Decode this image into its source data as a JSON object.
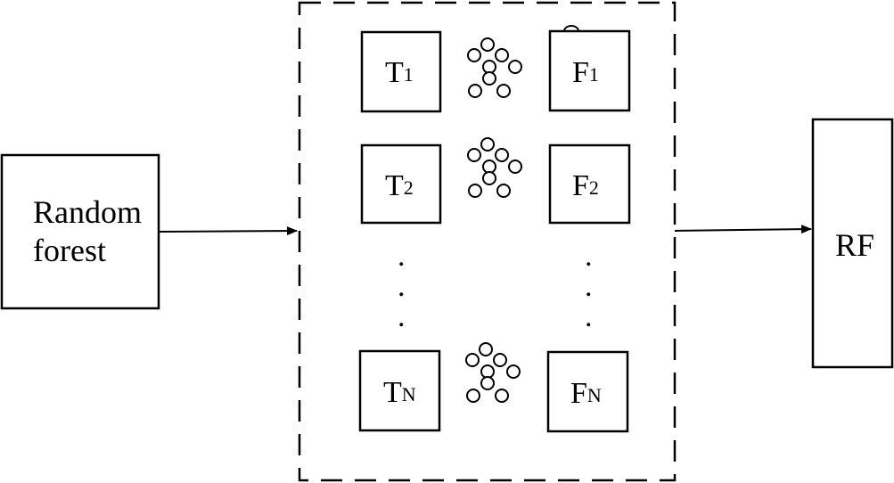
{
  "input_box": {
    "line1": "Random",
    "line2": "forest"
  },
  "output_box": {
    "label": "RF"
  },
  "trees": [
    {
      "t_main": "T",
      "t_sub": "1",
      "f_main": "F",
      "f_sub": "1"
    },
    {
      "t_main": "T",
      "t_sub": "2",
      "f_main": "F",
      "f_sub": "2"
    },
    {
      "t_main": "T",
      "t_sub": "N",
      "f_main": "F",
      "f_sub": "N"
    }
  ],
  "ellipsis": ".",
  "colors": {
    "stroke": "#000000",
    "background": "#ffffff"
  }
}
